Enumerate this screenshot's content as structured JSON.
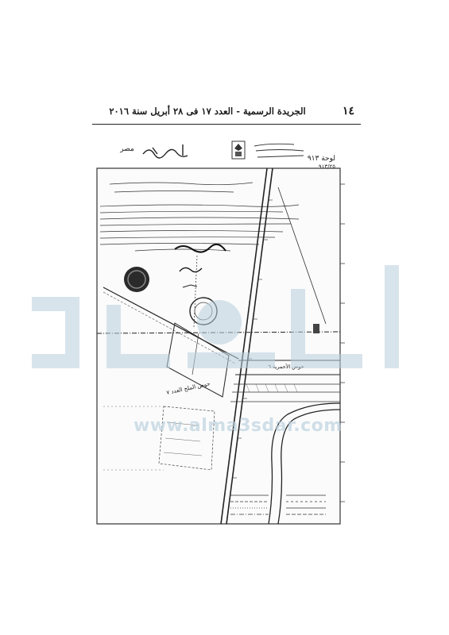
{
  "header": {
    "page_number": "١٤",
    "title": "الجريدة الرسمية - العدد ١٧ فى ٢٨ أبريل سنة ٢٠١٦"
  },
  "map": {
    "sheet_label": "لوحة ٩١٣",
    "sheet_number": "٩١٣/٢٥",
    "country": "مصر",
    "plot_label": "حوض الملح العدد ٧",
    "basin_label": "حوض الأحمرية ٦"
  },
  "watermark": {
    "site": "www.alma3sdar.com"
  },
  "colors": {
    "ink": "#1a1a1a",
    "watermark": "#b9cfdd"
  }
}
